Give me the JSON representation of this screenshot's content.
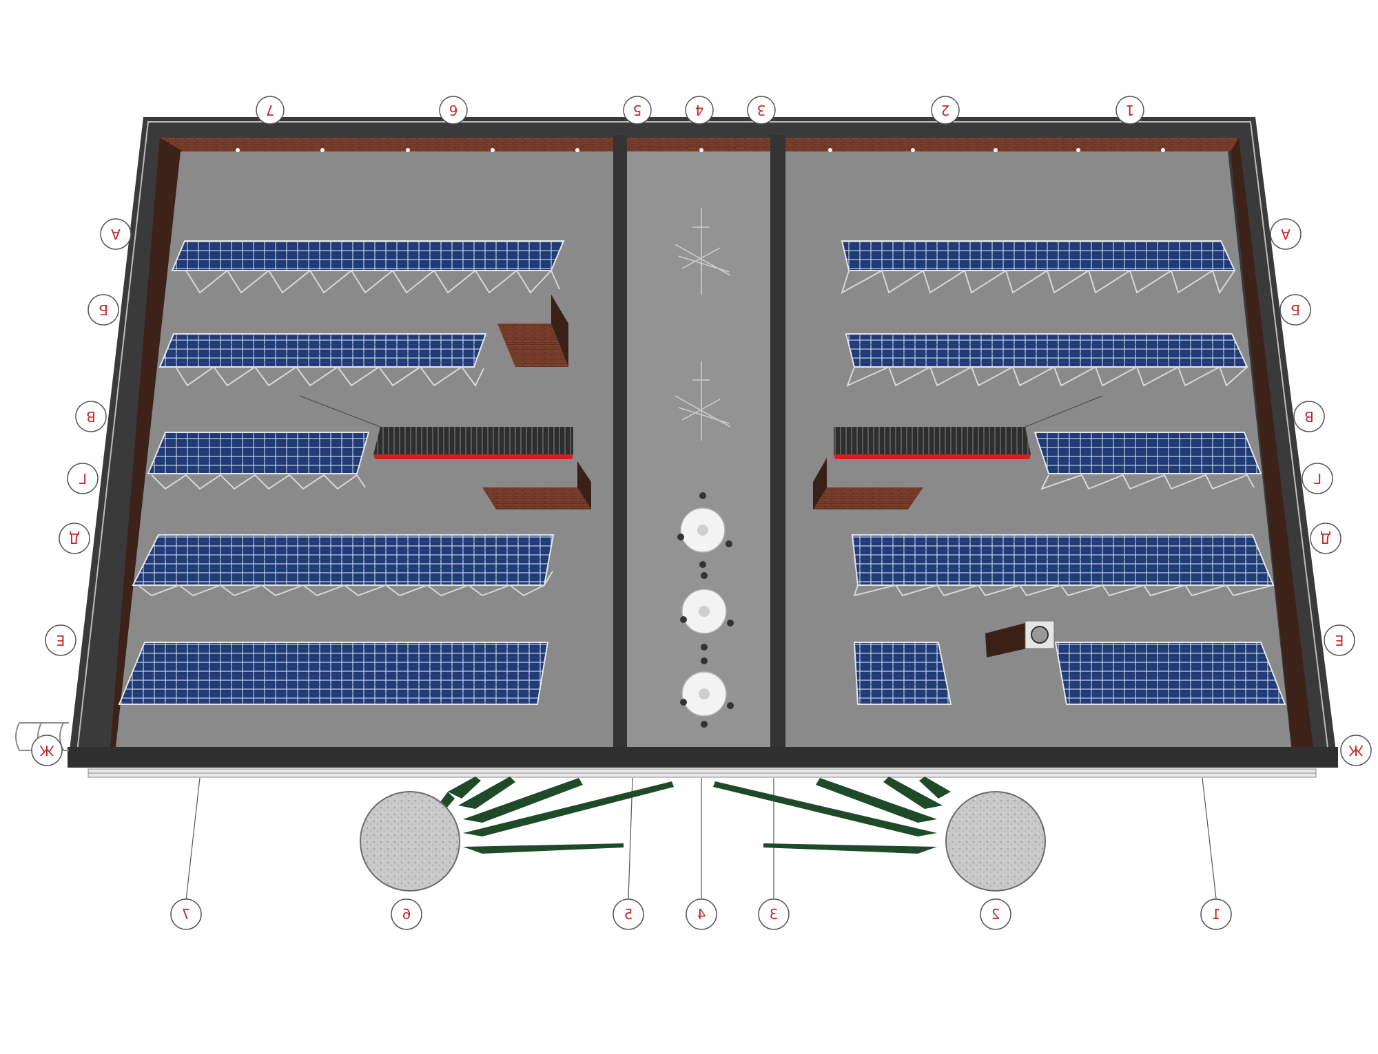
{
  "axes": {
    "columns": [
      "1",
      "2",
      "3",
      "4",
      "5",
      "6",
      "7"
    ],
    "rows": [
      "А",
      "Б",
      "В",
      "Г",
      "Д",
      "Е",
      "Ж"
    ]
  },
  "colors": {
    "parapet": "#3a3a3a",
    "roof": "#8c8c8c",
    "brick": "#7a3f2c",
    "panel": "#1f3a75",
    "panel_dark": "#132656",
    "label": "#c62828",
    "tree": "#1e4a2a",
    "paving": "#c9c9c9"
  },
  "icons": {
    "axis_bubble": "axis-bubble-icon",
    "solar_panel": "solar-panel-icon",
    "antenna": "antenna-icon",
    "vent_dome": "vent-dome-icon",
    "exhaust_fan": "exhaust-fan-icon",
    "tree": "tree-icon"
  }
}
